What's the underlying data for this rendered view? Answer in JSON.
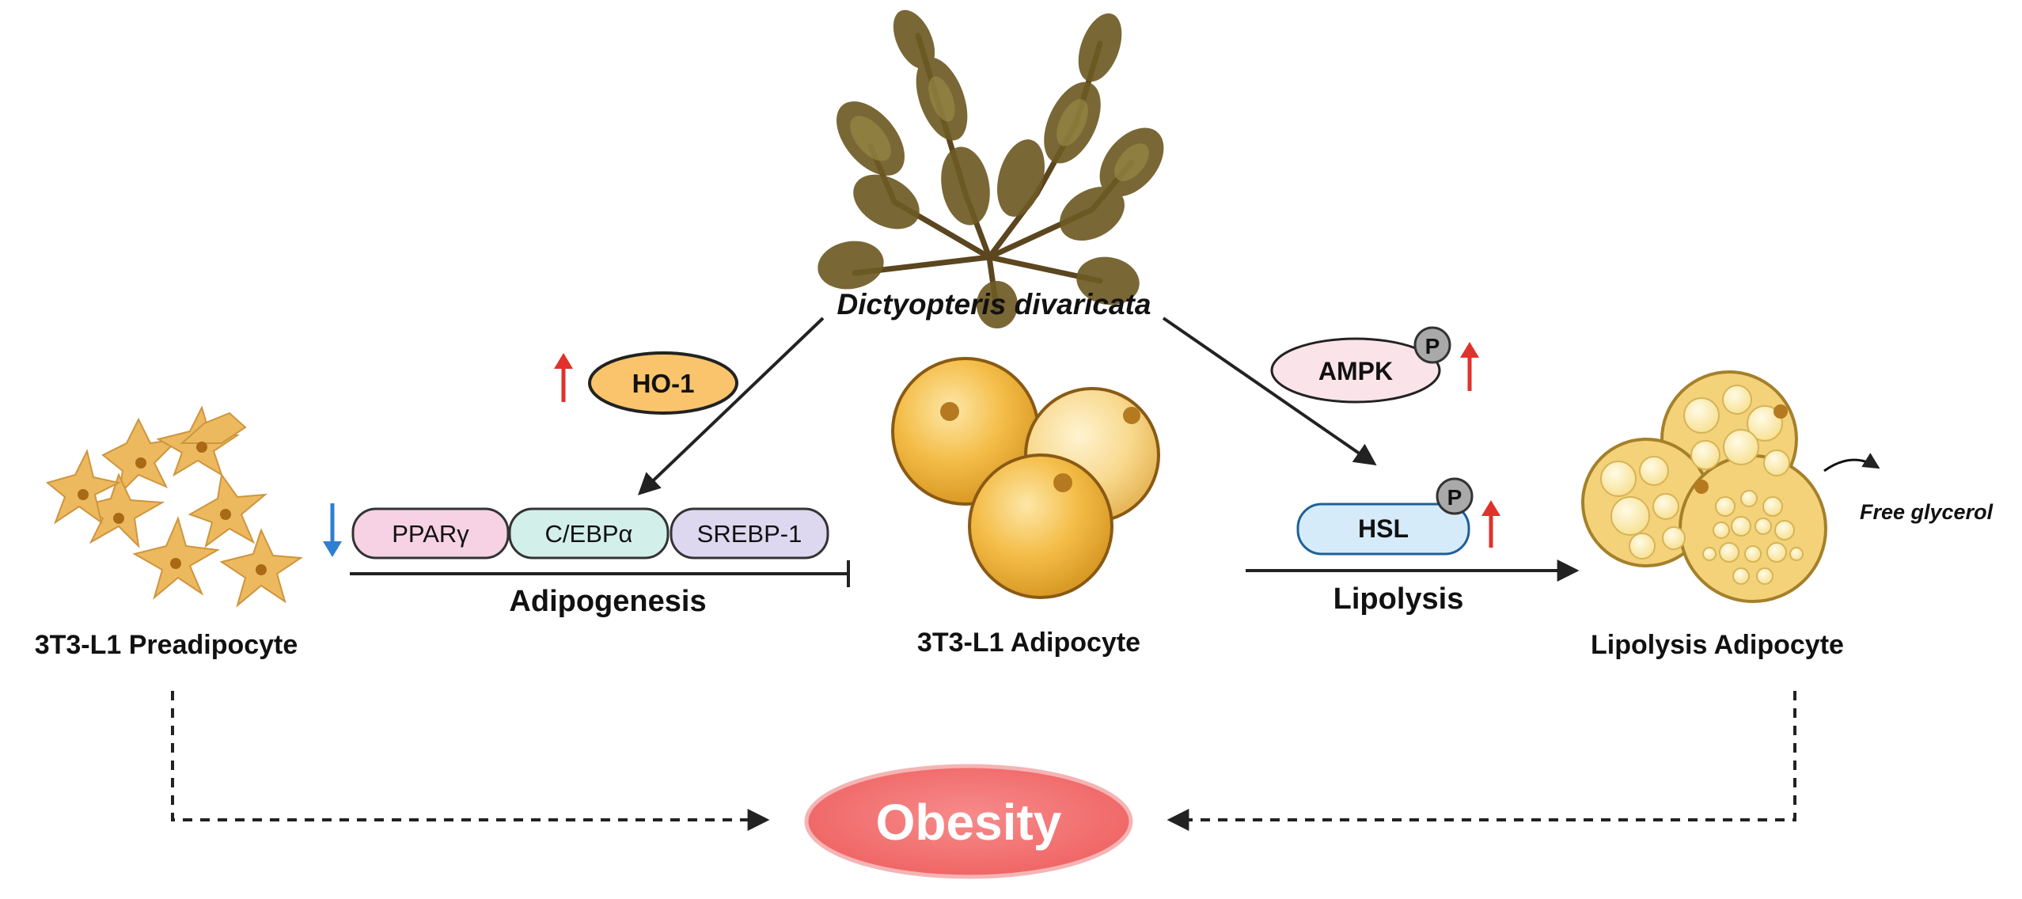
{
  "source": {
    "name": "Dictyopteris divaricata"
  },
  "stages": {
    "preadipocyte": "3T3-L1 Preadipocyte",
    "adipocyte": "3T3-L1 Adipocyte",
    "lipolysis_adipocyte": "Lipolysis Adipocyte"
  },
  "processes": {
    "adipogenesis": "Adipogenesis",
    "lipolysis": "Lipolysis"
  },
  "markers": {
    "ho1": {
      "label": "HO-1",
      "direction": "up"
    },
    "ampk": {
      "label": "AMPK",
      "phospho": "P",
      "direction": "up"
    },
    "hsl": {
      "label": "HSL",
      "phospho": "P",
      "direction": "up"
    },
    "adipogenic_factors": {
      "direction": "down",
      "items": [
        "PPARγ",
        "C/EBPα",
        "SREBP-1"
      ]
    }
  },
  "outputs": {
    "free_glycerol": "Free glycerol"
  },
  "outcome": {
    "label": "Obesity"
  },
  "colors": {
    "up_arrow": "#e0322b",
    "down_arrow": "#2f7fd0",
    "ho1_fill": "#f9c46b",
    "ampk_fill": "#fbe3ea",
    "hsl_fill": "#d6ebf9",
    "pparg_fill": "#f7d2e4",
    "cebpa_fill": "#d3efea",
    "srebp1_fill": "#ddd8ef",
    "obesity_fill": "#f47b7b",
    "cell_fill": "#f1b94a"
  }
}
